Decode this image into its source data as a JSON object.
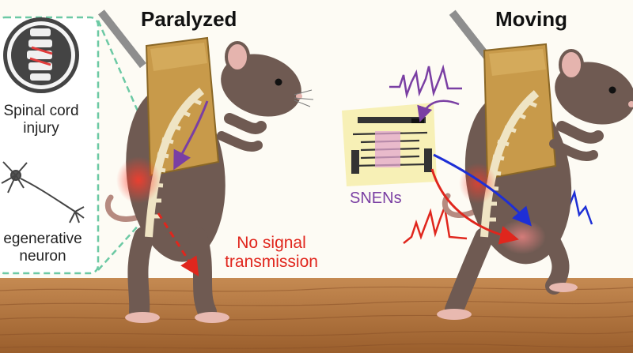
{
  "titles": {
    "left": "Paralyzed",
    "right": "Moving"
  },
  "inset": {
    "injury_line1": "Spinal cord",
    "injury_line2": "injury",
    "neuron_line1": "egenerative",
    "neuron_line2": "neuron"
  },
  "annotations": {
    "no_signal_line1": "No signal",
    "no_signal_line2": "transmission",
    "device_label": "SNENs"
  },
  "colors": {
    "floor": "#b5763e",
    "wall": "#fdfbf4",
    "rat_fur": "#6f5a52",
    "backpack": "#c89a4a",
    "spine": "#efe4c4",
    "inset_border": "#6cc9a4",
    "signal_purple": "#7a3fa3",
    "signal_red": "#e0261d",
    "signal_blue": "#1e2fd6"
  },
  "icons": [
    "spinal-cord-icon",
    "neuron-icon",
    "snen-device-icon"
  ]
}
